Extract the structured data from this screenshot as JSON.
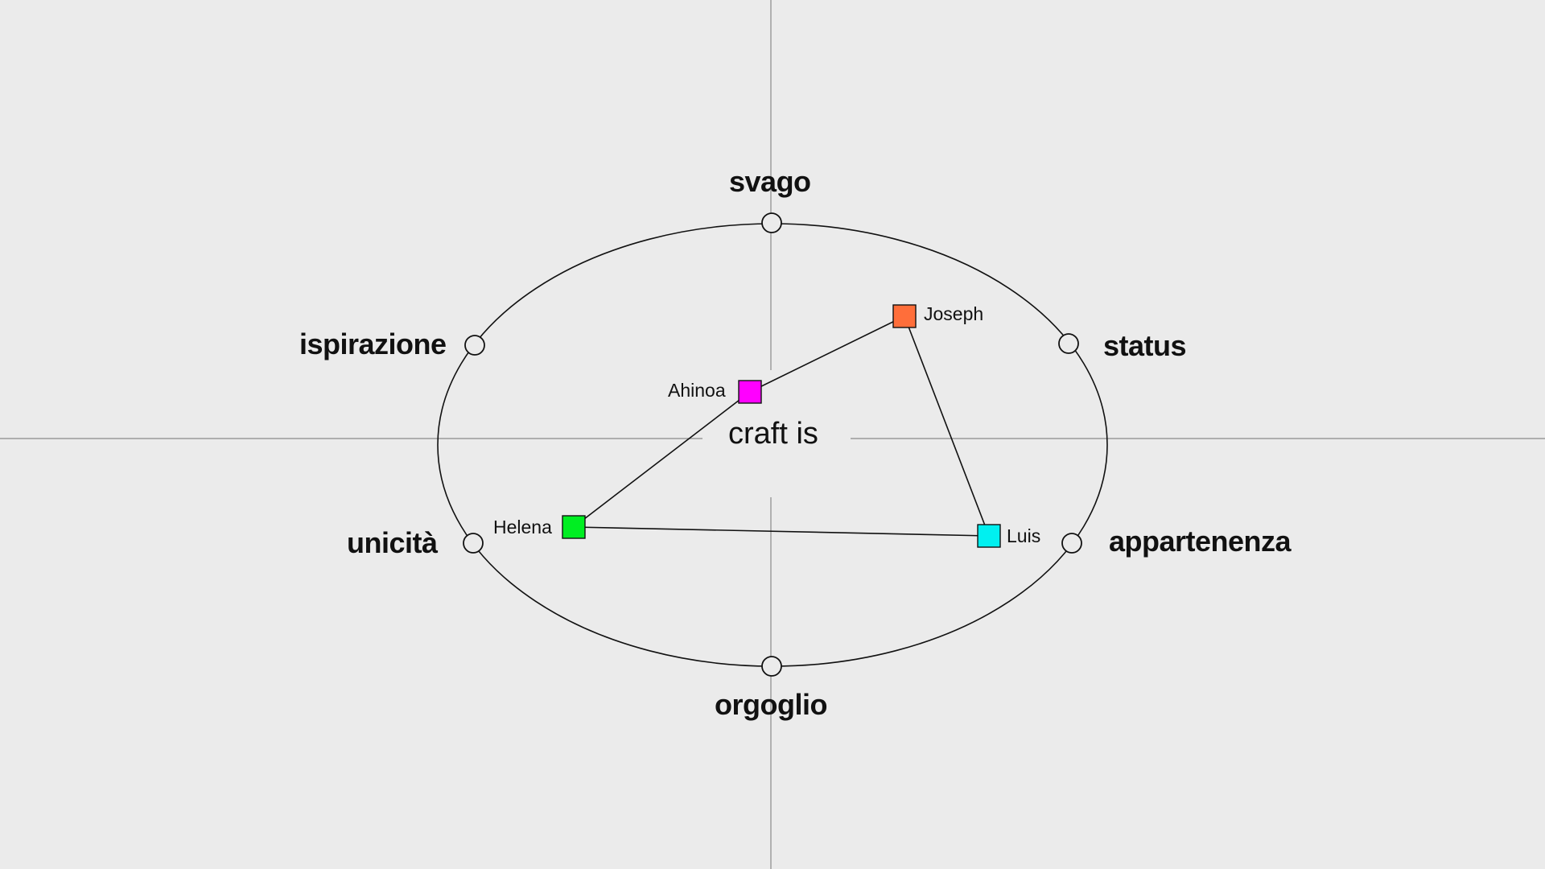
{
  "center_title": "craft is",
  "axes": [
    {
      "id": "svago",
      "label": "svago"
    },
    {
      "id": "status",
      "label": "status"
    },
    {
      "id": "appartenenza",
      "label": "appartenenza"
    },
    {
      "id": "orgoglio",
      "label": "orgoglio"
    },
    {
      "id": "unicita",
      "label": "unicità"
    },
    {
      "id": "ispirazione",
      "label": "ispirazione"
    }
  ],
  "people": [
    {
      "id": "joseph",
      "name": "Joseph",
      "color": "#ff6e3a"
    },
    {
      "id": "ahinoa",
      "name": "Ahinoa",
      "color": "#ff00ff"
    },
    {
      "id": "helena",
      "name": "Helena",
      "color": "#00ee22"
    },
    {
      "id": "luis",
      "name": "Luis",
      "color": "#00f0f0"
    }
  ],
  "colors": {
    "background": "#ebebeb",
    "line": "#111111",
    "crosshair": "#8a8a8a"
  }
}
